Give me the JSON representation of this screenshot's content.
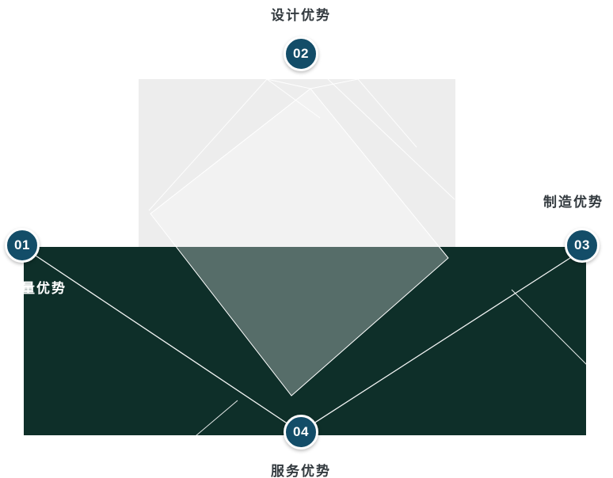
{
  "nodes": [
    {
      "number": "01",
      "label": "质量优势",
      "position": "left"
    },
    {
      "number": "02",
      "label": "设计优势",
      "position": "top"
    },
    {
      "number": "03",
      "label": "制造优势",
      "position": "right"
    },
    {
      "number": "04",
      "label": "服务优势",
      "position": "bottom"
    }
  ],
  "colors": {
    "circle": "#134d68",
    "circle-text": "#ffffff",
    "band": "#0e2f29",
    "panel": "#ededed",
    "line": "#ffffff",
    "label-dark": "#333a3f",
    "label-light": "#ffffff",
    "diamond-fill": "rgba(255,255,255,0.30)"
  }
}
